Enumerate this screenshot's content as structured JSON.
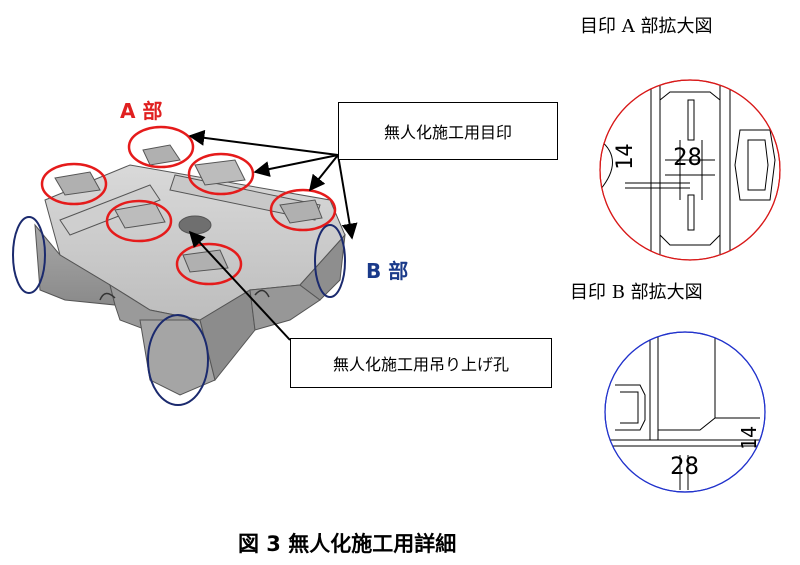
{
  "colors": {
    "red_marker": "#e51b1b",
    "blue_marker": "#1b2a6e",
    "label_red": "#e02020",
    "label_blue": "#1a3a8a",
    "detail_red_border": "#d81a1a",
    "detail_blue_border": "#2233cc"
  },
  "labels": {
    "part_a": "A 部",
    "part_b": "B 部"
  },
  "callouts": {
    "marker": "無人化施工用目印",
    "lift_hole": "無人化施工用吊り上げ孔"
  },
  "detail_a": {
    "title": "目印 A 部拡大図",
    "dim_horizontal": "28",
    "dim_vertical": "14"
  },
  "detail_b": {
    "title": "目印 B 部拡大図",
    "dim_horizontal": "28",
    "dim_vertical": "14"
  },
  "caption": "図 3 無人化施工用詳細"
}
